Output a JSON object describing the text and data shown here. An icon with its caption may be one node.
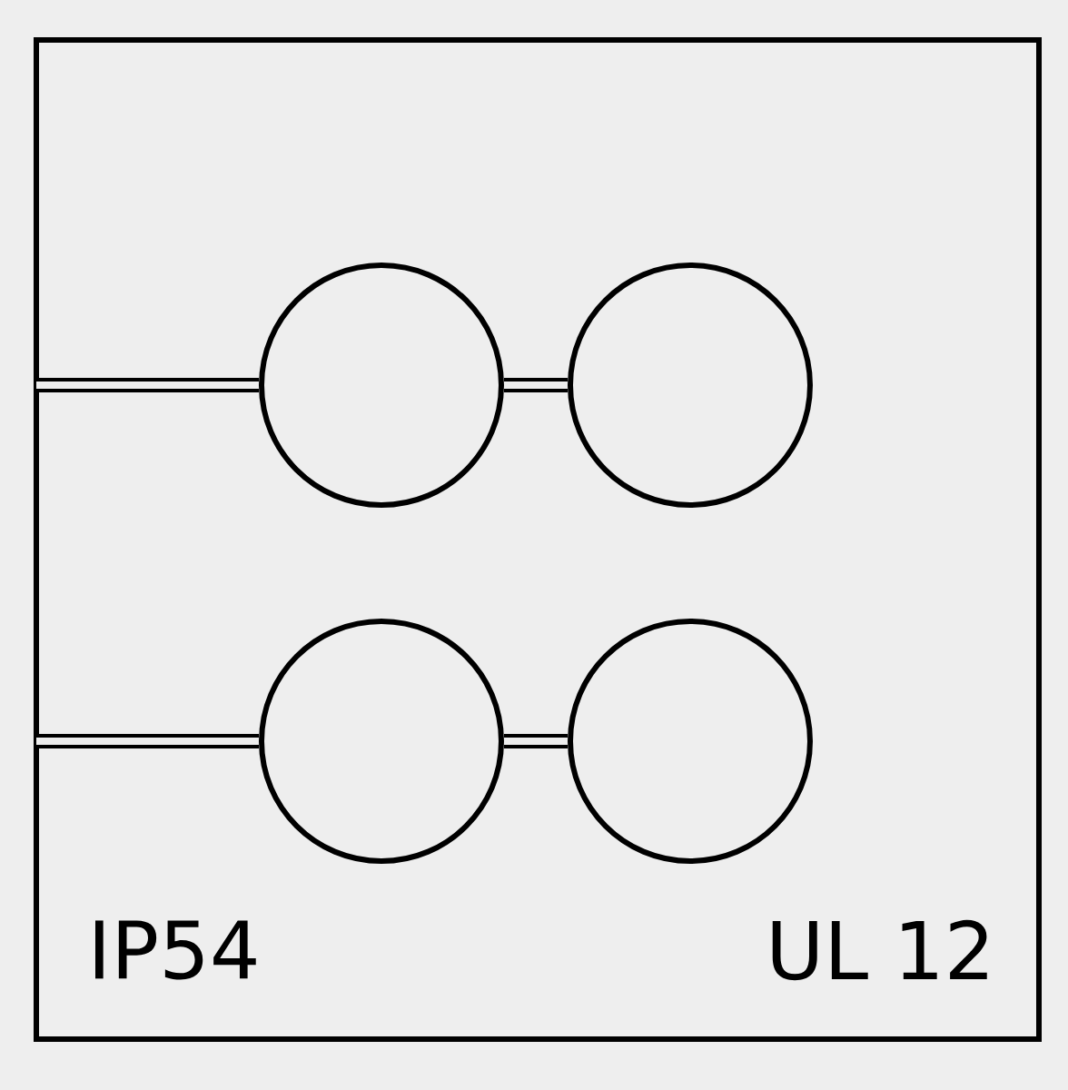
{
  "diagram": {
    "nodes": [
      {
        "text": [],
        "shape": "box"
      },
      {
        "text": [],
        "shape": "circle",
        "in": 0
      },
      {
        "text": [],
        "shape": "circle",
        "in": 0
      },
      {
        "text": [],
        "shape": "circle",
        "in": 0
      },
      {
        "text": [],
        "shape": "circle",
        "in": 0
      }
    ],
    "edges": [
      {
        "from": 0,
        "to": 1,
        "arrow": "none"
      },
      {
        "from": 1,
        "to": 2,
        "arrow": "none"
      },
      {
        "from": 0,
        "to": 3,
        "arrow": "none"
      },
      {
        "from": 3,
        "to": 4,
        "arrow": "none"
      }
    ],
    "labels": [
      "IP54",
      "UL 12"
    ]
  }
}
